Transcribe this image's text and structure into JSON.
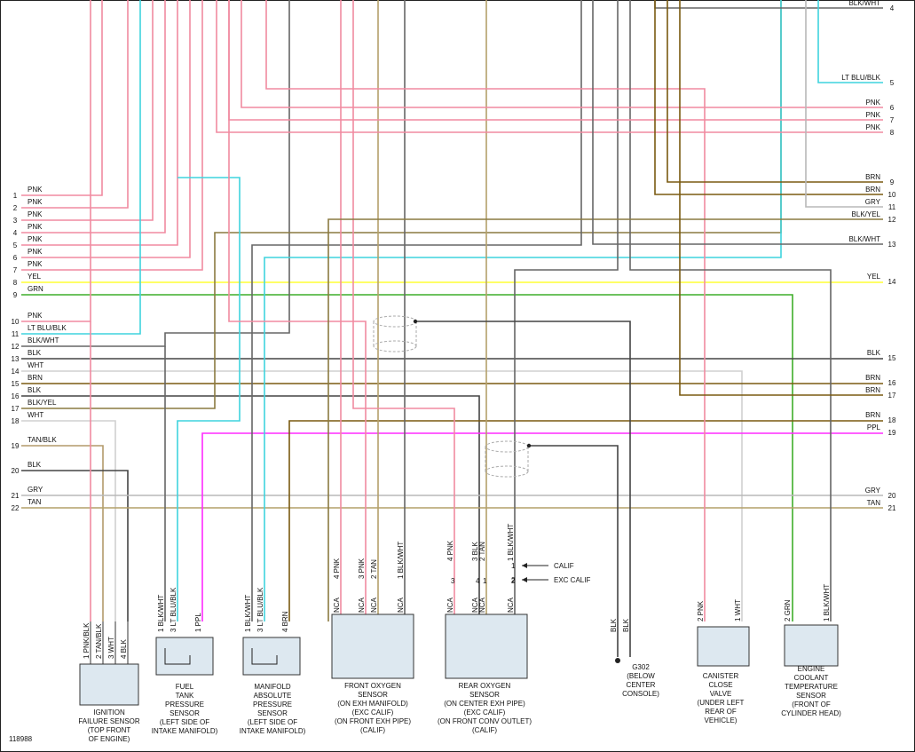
{
  "figure_id": "118988",
  "colors": {
    "PNK": "#f08aa0",
    "LT BLU/BLK": "#3fd3dd",
    "BLK/WHT": "#666666",
    "BLK": "#444444",
    "WHT": "#d0d0d0",
    "BRN": "#7a5a10",
    "BLK/YEL": "#8a7a40",
    "YEL": "#ffff33",
    "GRN": "#3fae2a",
    "TAN/BLK": "#b39a6a",
    "GRY": "#b8b8b8",
    "TAN": "#b4a06a",
    "PPL": "#ff2aff"
  },
  "left_wires": [
    {
      "n": "1",
      "c": "PNK"
    },
    {
      "n": "2",
      "c": "PNK"
    },
    {
      "n": "3",
      "c": "PNK"
    },
    {
      "n": "4",
      "c": "PNK"
    },
    {
      "n": "5",
      "c": "PNK"
    },
    {
      "n": "6",
      "c": "PNK"
    },
    {
      "n": "7",
      "c": "PNK"
    },
    {
      "n": "8",
      "c": "YEL"
    },
    {
      "n": "9",
      "c": "GRN"
    },
    {
      "n": "10",
      "c": "PNK"
    },
    {
      "n": "11",
      "c": "LT BLU/BLK"
    },
    {
      "n": "12",
      "c": "BLK/WHT"
    },
    {
      "n": "13",
      "c": "BLK"
    },
    {
      "n": "14",
      "c": "WHT"
    },
    {
      "n": "15",
      "c": "BRN"
    },
    {
      "n": "16",
      "c": "BLK"
    },
    {
      "n": "17",
      "c": "BLK/YEL"
    },
    {
      "n": "18",
      "c": "WHT"
    },
    {
      "n": "19",
      "c": "TAN/BLK"
    },
    {
      "n": "20",
      "c": "BLK"
    },
    {
      "n": "21",
      "c": "GRY"
    },
    {
      "n": "22",
      "c": "TAN"
    }
  ],
  "right_wires": [
    {
      "n": "4",
      "c": "BLK/WHT"
    },
    {
      "n": "5",
      "c": "LT BLU/BLK"
    },
    {
      "n": "6",
      "c": "PNK"
    },
    {
      "n": "7",
      "c": "PNK"
    },
    {
      "n": "8",
      "c": "PNK"
    },
    {
      "n": "9",
      "c": "BRN"
    },
    {
      "n": "10",
      "c": "BRN"
    },
    {
      "n": "11",
      "c": "GRY"
    },
    {
      "n": "12",
      "c": "BLK/YEL"
    },
    {
      "n": "13",
      "c": "BLK/WHT"
    },
    {
      "n": "14",
      "c": "YEL"
    },
    {
      "n": "15",
      "c": "BLK"
    },
    {
      "n": "16",
      "c": "BRN"
    },
    {
      "n": "17",
      "c": "BRN"
    },
    {
      "n": "18",
      "c": "BRN"
    },
    {
      "n": "19",
      "c": "PPL"
    },
    {
      "n": "20",
      "c": "GRY"
    },
    {
      "n": "21",
      "c": "TAN"
    }
  ],
  "components": [
    {
      "id": "ignition-failure-sensor",
      "caption": [
        "IGNITION",
        "FAILURE SENSOR",
        "(TOP FRONT",
        "OF ENGINE)"
      ],
      "pins": [
        {
          "n": "1",
          "c": "PNK/BLK"
        },
        {
          "n": "2",
          "c": "TAN/BLK"
        },
        {
          "n": "3",
          "c": "WHT"
        },
        {
          "n": "4",
          "c": "BLK"
        }
      ]
    },
    {
      "id": "fuel-tank-pressure-sensor",
      "caption": [
        "FUEL",
        "TANK",
        "PRESSURE",
        "SENSOR",
        "(LEFT SIDE OF",
        "INTAKE MANIFOLD)"
      ],
      "pins": [
        {
          "n": "1",
          "c": "BLK/WHT"
        },
        {
          "n": "3",
          "c": "LT BLU/BLK"
        },
        {
          "n": "1",
          "c": "PPL"
        }
      ]
    },
    {
      "id": "manifold-absolute-pressure-sensor",
      "caption": [
        "MANIFOLD",
        "ABSOLUTE",
        "PRESSURE",
        "SENSOR",
        "(LEFT SIDE OF",
        "INTAKE MANIFOLD)"
      ],
      "pins": [
        {
          "n": "1",
          "c": "BLK/WHT"
        },
        {
          "n": "3",
          "c": "LT BLU/BLK"
        },
        {
          "n": "4",
          "c": "BRN"
        }
      ]
    },
    {
      "id": "front-oxygen-sensor",
      "caption": [
        "FRONT OXYGEN",
        "SENSOR",
        "(ON EXH MANIFOLD)",
        "(EXC CALIF)",
        "(ON FRONT EXH PIPE)",
        "(CALIF)"
      ],
      "pins": [
        {
          "n": "4",
          "c": "PNK"
        },
        {
          "n": "3",
          "c": "PNK"
        },
        {
          "n": "2",
          "c": "TAN"
        },
        {
          "n": "1",
          "c": "BLK/WHT"
        }
      ],
      "tags": [
        "NCA",
        "NCA",
        "NCA",
        "NCA"
      ]
    },
    {
      "id": "rear-oxygen-sensor",
      "caption": [
        "REAR OXYGEN",
        "SENSOR",
        "(ON CENTER EXH PIPE)",
        "(EXC CALIF)",
        "(ON FRONT CONV OUTLET)",
        "(CALIF)"
      ],
      "pins": [
        {
          "n": "4",
          "c": "PNK"
        },
        {
          "n": "3",
          "c": "BLK"
        },
        {
          "n": "2",
          "c": "TAN"
        },
        {
          "n": "1",
          "c": "BLK/WHT"
        }
      ],
      "alt_pins": [
        "3",
        "4",
        "1",
        "2"
      ],
      "tags": [
        "NCA",
        "NCA",
        "NCA",
        "NCA"
      ]
    },
    {
      "id": "g302",
      "caption": [
        "G302",
        "(BELOW",
        "CENTER",
        "CONSOLE)"
      ],
      "pins": [
        {
          "n": "",
          "c": "BLK"
        },
        {
          "n": "",
          "c": "BLK"
        }
      ]
    },
    {
      "id": "canister-close-valve",
      "caption": [
        "CANISTER",
        "CLOSE",
        "VALVE",
        "(UNDER LEFT",
        "REAR OF",
        "VEHICLE)"
      ],
      "pins": [
        {
          "n": "2",
          "c": "PNK"
        },
        {
          "n": "1",
          "c": "WHT"
        }
      ]
    },
    {
      "id": "engine-coolant-temperature-sensor",
      "caption": [
        "ENGINE",
        "COOLANT",
        "TEMPERATURE",
        "SENSOR",
        "(FRONT OF",
        "CYLINDER HEAD)"
      ],
      "pins": [
        {
          "n": "2",
          "c": "GRN"
        },
        {
          "n": "1",
          "c": "BLK/WHT"
        }
      ]
    }
  ],
  "legend": [
    {
      "label": "CALIF",
      "pin": "1"
    },
    {
      "label": "EXC CALIF",
      "pin": "2"
    }
  ]
}
